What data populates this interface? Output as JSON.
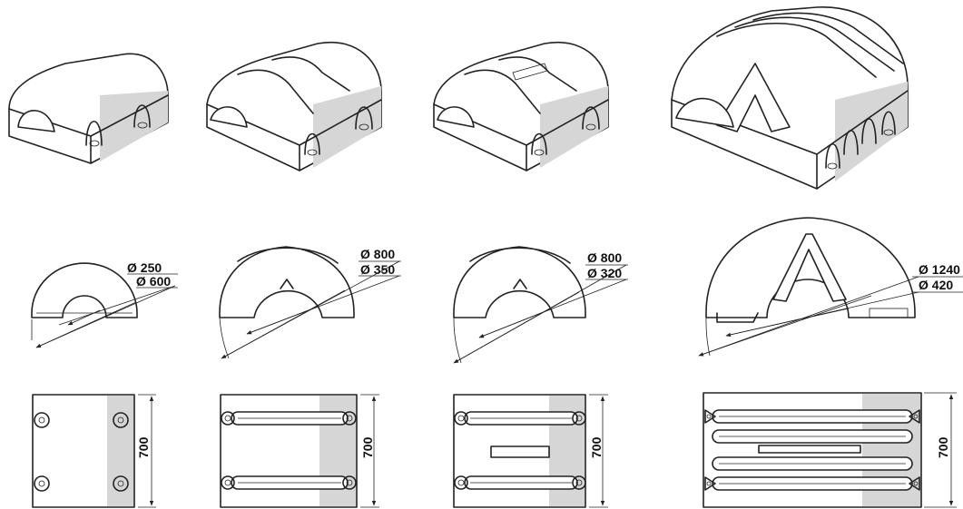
{
  "fenders": [
    {
      "id": "small",
      "outer_diameter": "Ø 600",
      "inner_diameter": "Ø 250",
      "length": "700"
    },
    {
      "id": "medium",
      "outer_diameter": "Ø 800",
      "inner_diameter": "Ø 350",
      "length": "700"
    },
    {
      "id": "medium-b",
      "outer_diameter": "Ø 800",
      "inner_diameter": "Ø 320",
      "length": "700"
    },
    {
      "id": "large",
      "outer_diameter": "Ø 1240",
      "inner_diameter": "Ø 420",
      "length": "700"
    }
  ],
  "colors": {
    "line": "#222222",
    "shade": "#d6d6d6",
    "background": "#ffffff"
  }
}
